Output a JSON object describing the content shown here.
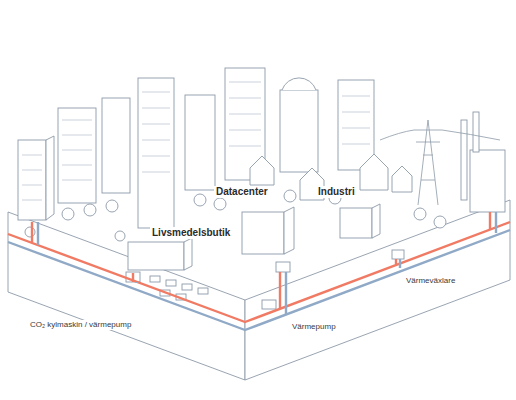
{
  "diagram": {
    "labels": [
      "Livsmedelsbutik",
      "Datacenter",
      "Industri",
      "Värmeväxlare",
      "CO₂ kylmaskin / värmepump",
      "Värmepump"
    ]
  }
}
